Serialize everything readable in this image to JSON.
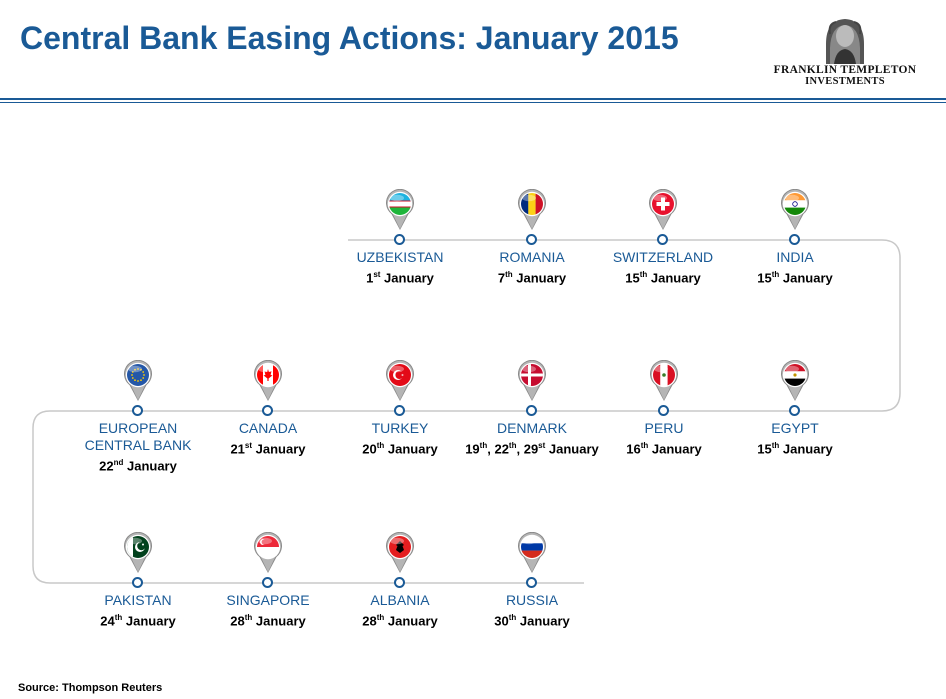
{
  "header": {
    "title": "Central Bank Easing Actions: January 2015",
    "logo_line1": "FRANKLIN TEMPLETON",
    "logo_line2": "INVESTMENTS"
  },
  "colors": {
    "accent": "#1a5a96",
    "path": "#c8c8c8"
  },
  "events": [
    {
      "country": "UZBEKISTAN",
      "date_parts": [
        "1",
        "st",
        " January"
      ],
      "flag": "uzbekistan-flag-icon"
    },
    {
      "country": "ROMANIA",
      "date_parts": [
        "7",
        "th",
        " January"
      ],
      "flag": "romania-flag-icon"
    },
    {
      "country": "SWITZERLAND",
      "date_parts": [
        "15",
        "th",
        " January"
      ],
      "flag": "switzerland-flag-icon"
    },
    {
      "country": "INDIA",
      "date_parts": [
        "15",
        "th",
        " January"
      ],
      "flag": "india-flag-icon"
    },
    {
      "country": "EGYPT",
      "date_parts": [
        "15",
        "th",
        " January"
      ],
      "flag": "egypt-flag-icon"
    },
    {
      "country": "PERU",
      "date_parts": [
        "16",
        "th",
        " January"
      ],
      "flag": "peru-flag-icon"
    },
    {
      "country": "DENMARK",
      "date_parts": [
        "19",
        "th",
        ", 22",
        "th",
        ", 29",
        "st",
        " January"
      ],
      "flag": "denmark-flag-icon"
    },
    {
      "country": "TURKEY",
      "date_parts": [
        "20",
        "th",
        " January"
      ],
      "flag": "turkey-flag-icon"
    },
    {
      "country": "CANADA",
      "date_parts": [
        "21",
        "st",
        " January"
      ],
      "flag": "canada-flag-icon"
    },
    {
      "country": "EUROPEAN CENTRAL BANK",
      "date_parts": [
        "22",
        "nd",
        " January"
      ],
      "flag": "eu-flag-icon"
    },
    {
      "country": "PAKISTAN",
      "date_parts": [
        "24",
        "th",
        " January"
      ],
      "flag": "pakistan-flag-icon"
    },
    {
      "country": "SINGAPORE",
      "date_parts": [
        "28",
        "th",
        " January"
      ],
      "flag": "singapore-flag-icon"
    },
    {
      "country": "ALBANIA",
      "date_parts": [
        "28",
        "th",
        " January"
      ],
      "flag": "albania-flag-icon"
    },
    {
      "country": "RUSSIA",
      "date_parts": [
        "30",
        "th",
        " January"
      ],
      "flag": "russia-flag-icon"
    }
  ],
  "source": "Source: Thompson Reuters"
}
